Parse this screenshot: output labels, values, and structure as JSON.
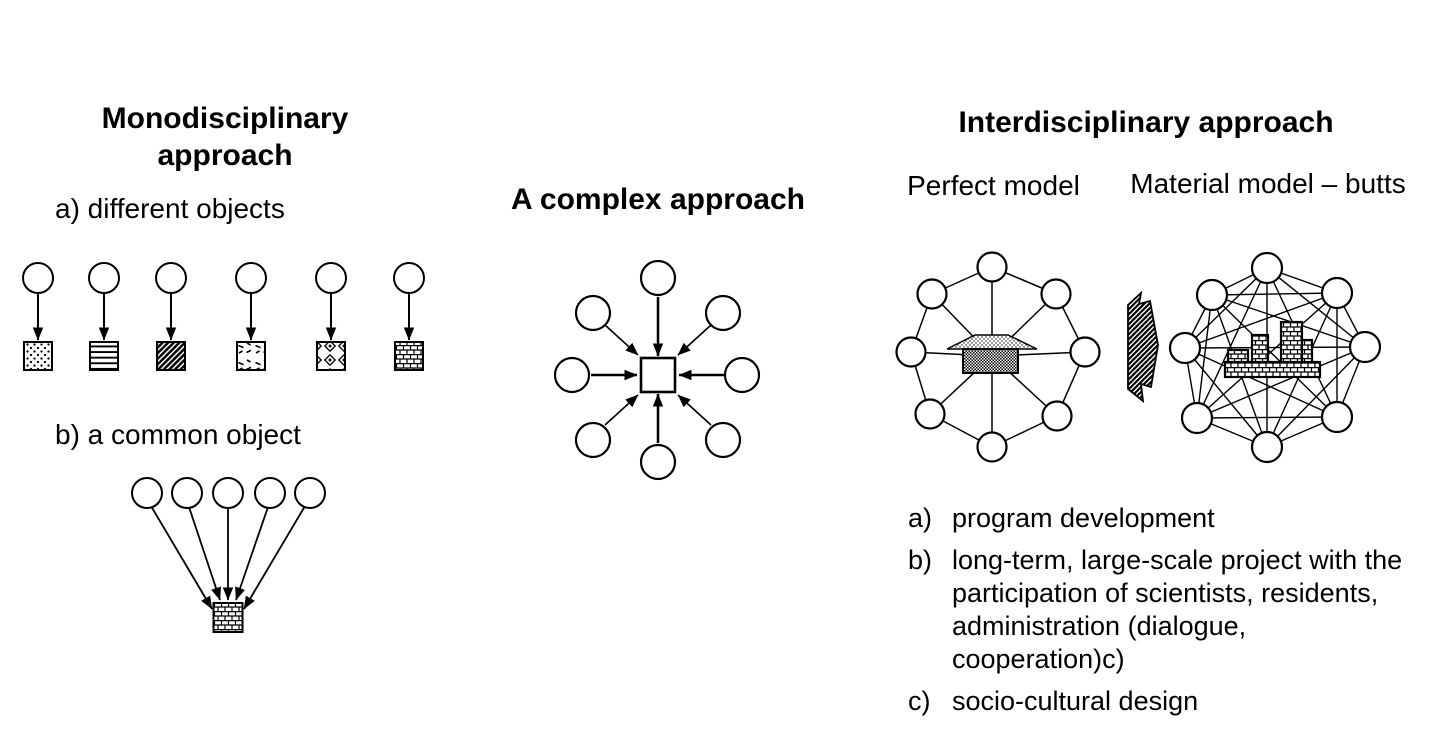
{
  "mono": {
    "title_line1": "Monodisciplinary",
    "title_line2": "approach",
    "item_a": "a) different objects",
    "item_b": "b) a common object",
    "square_patterns": [
      "dots",
      "hlines",
      "diagonal",
      "dashes",
      "diamonds",
      "bricks"
    ]
  },
  "complex": {
    "title": "A complex approach"
  },
  "inter": {
    "title": "Interdisciplinary approach",
    "model_left": "Perfect model",
    "model_right": "Material model – butts",
    "list": [
      {
        "label": "a)",
        "text": "program development"
      },
      {
        "label": "b)",
        "text": "long-term, large-scale project with the participation of scientists, residents, administration (dialogue, cooperation)c)"
      },
      {
        "label": "c)",
        "text": "socio-cultural design"
      }
    ]
  },
  "colors": {
    "ink": "#000000",
    "background": "#ffffff"
  }
}
